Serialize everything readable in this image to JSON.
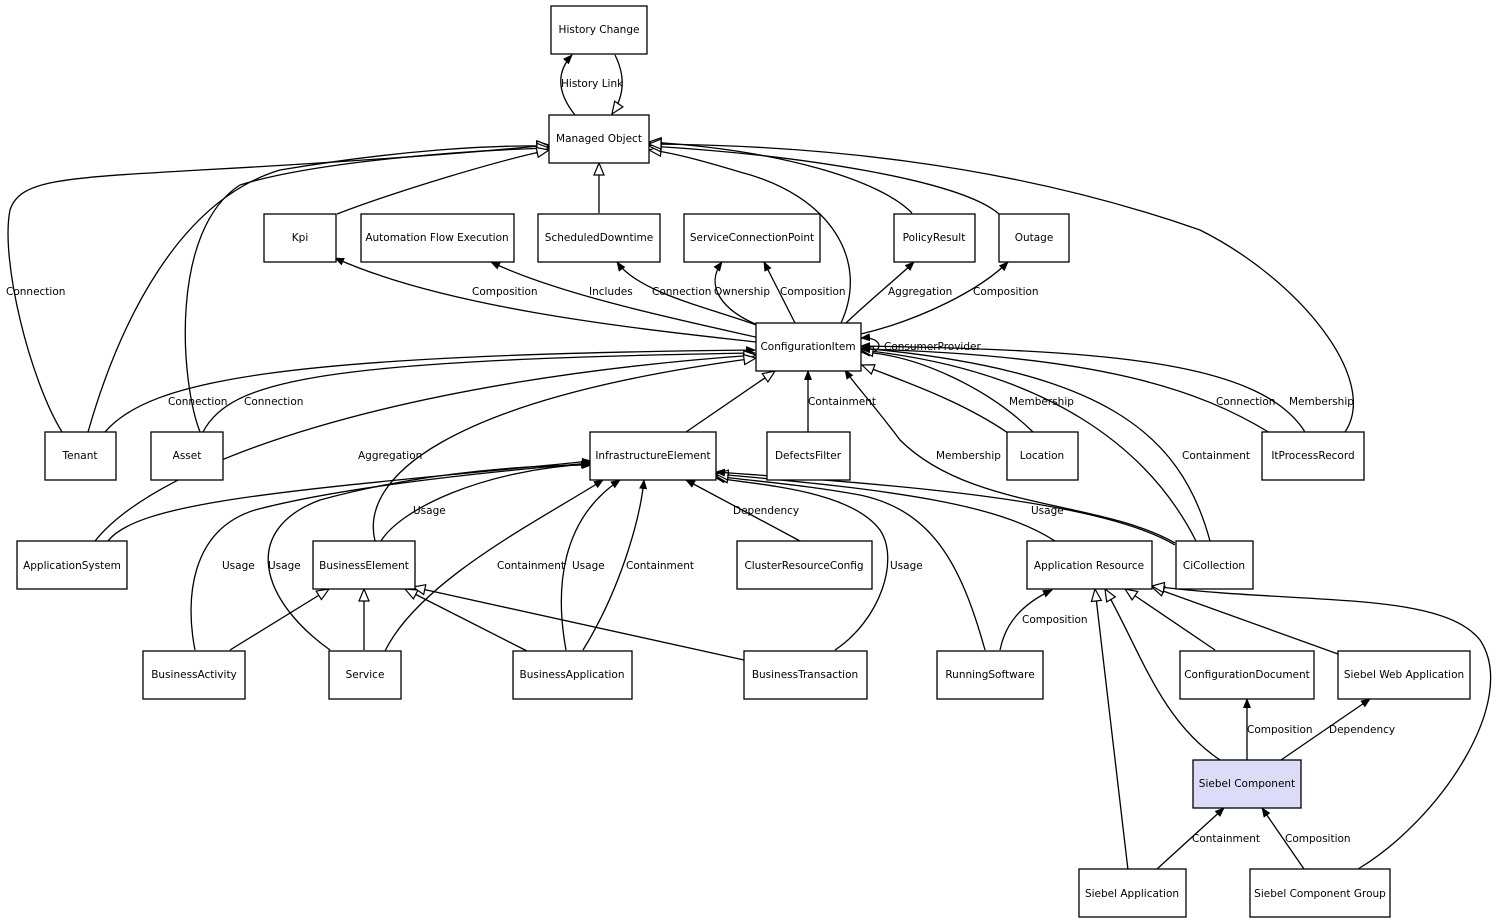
{
  "colors": {
    "stroke": "#000000",
    "box": "#ffffff",
    "highlight": "#dcdcf8"
  },
  "nodes": {
    "historychange": "History Change",
    "managedobject": "Managed Object",
    "kpi": "Kpi",
    "automation": "Automation Flow Execution",
    "scheduled": "ScheduledDowntime",
    "scp": "ServiceConnectionPoint",
    "policy": "PolicyResult",
    "outage": "Outage",
    "ci": "ConfigurationItem",
    "tenant": "Tenant",
    "asset": "Asset",
    "infra": "InfrastructureElement",
    "defects": "DefectsFilter",
    "location": "Location",
    "itprocess": "ItProcessRecord",
    "appsystem": "ApplicationSystem",
    "busel": "BusinessElement",
    "cluster": "ClusterResourceConfig",
    "appres": "Application Resource",
    "cicoll": "CiCollection",
    "busact": "BusinessActivity",
    "service": "Service",
    "busapp": "BusinessApplication",
    "bustrans": "BusinessTransaction",
    "running": "RunningSoftware",
    "configdoc": "ConfigurationDocument",
    "siebelweb": "Siebel Web Application",
    "siebelcomp": "Siebel Component",
    "siebelapp": "Siebel Application",
    "siebelgroup": "Siebel Component Group"
  },
  "edge_labels": {
    "history_link": "History Link",
    "conn_tenant_mo": "Connection",
    "comp_kpi": "Composition",
    "includes": "Includes",
    "conn_sched": "Connection",
    "ownership": "Ownership",
    "comp_scp": "Composition",
    "aggr_policy": "Aggregation",
    "comp_outage": "Composition",
    "consumer_provider": "ConsumerProvider",
    "conn_tenant_ci": "Connection",
    "conn_asset_ci": "Connection",
    "containment_defects": "Containment",
    "membership_location": "Membership",
    "conn_itprocess": "Connection",
    "membership_itprocess": "Membership",
    "aggr_appsystem": "Aggregation",
    "membership_cicoll": "Membership",
    "containment_cicoll": "Containment",
    "usage_busel": "Usage",
    "dependency_cluster": "Dependency",
    "usage_cicoll": "Usage",
    "usage_busact": "Usage",
    "usage_service": "Usage",
    "containment_service": "Containment",
    "usage_busapp": "Usage",
    "containment_busapp": "Containment",
    "usage_bustrans": "Usage",
    "comp_running": "Composition",
    "comp_configdoc": "Composition",
    "dependency_siebelweb": "Dependency",
    "containment_siebelapp": "Containment",
    "comp_siebelgroup": "Composition"
  }
}
